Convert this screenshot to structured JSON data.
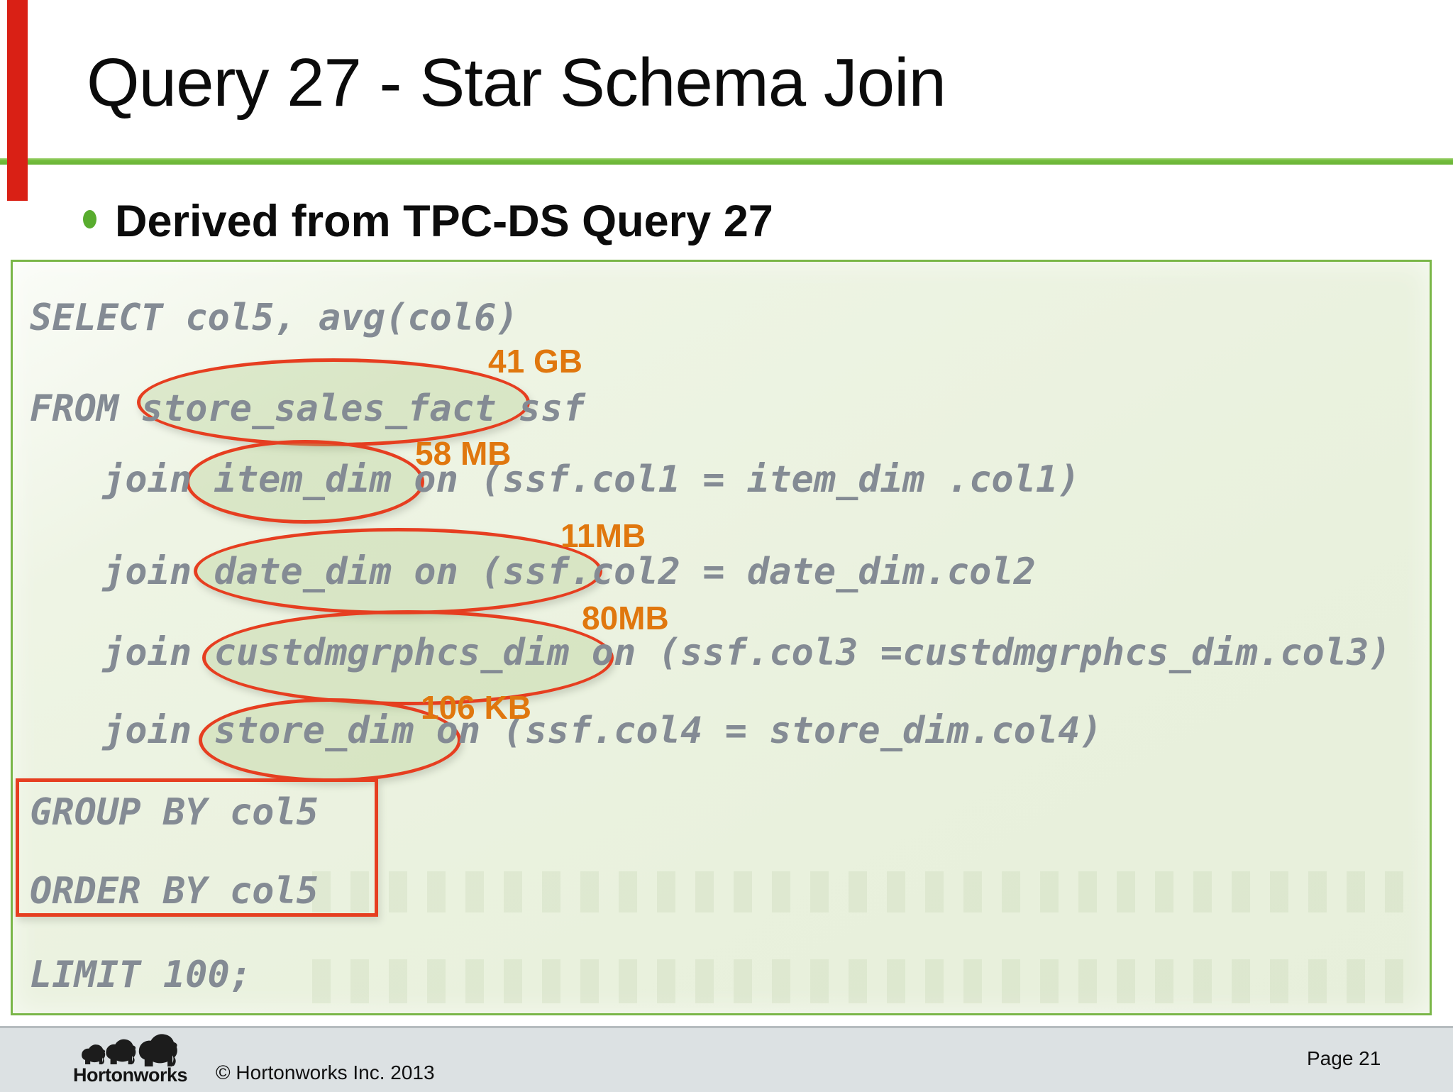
{
  "slide": {
    "title": "Query 27 - Star Schema Join",
    "bullet": "Derived from TPC-DS Query 27"
  },
  "sql": {
    "lines": [
      "SELECT col5, avg(col6)",
      "FROM store_sales_fact ssf",
      "join item_dim on (ssf.col1 = item_dim .col1)",
      "join date_dim on (ssf.col2 = date_dim.col2",
      "join custdmgrphcs_dim on (ssf.col3 =custdmgrphcs_dim.col3)",
      "join store_dim on (ssf.col4 = store_dim.col4)",
      "GROUP BY col5",
      "ORDER BY col5",
      "LIMIT 100;"
    ]
  },
  "annotations": {
    "fact_size": "41 GB",
    "item_size": "58 MB",
    "date_size": "11MB",
    "cust_size": "80MB",
    "store_size": "106 KB"
  },
  "footer": {
    "logo_text": "Hortonworks",
    "copyright": "© Hortonworks Inc. 2013",
    "page": "Page 21"
  },
  "colors": {
    "accent_green": "#76b043",
    "annotation_red": "#e63e20",
    "size_orange": "#e0770e",
    "code_gray": "#848b94",
    "marker_red": "#d92015"
  }
}
